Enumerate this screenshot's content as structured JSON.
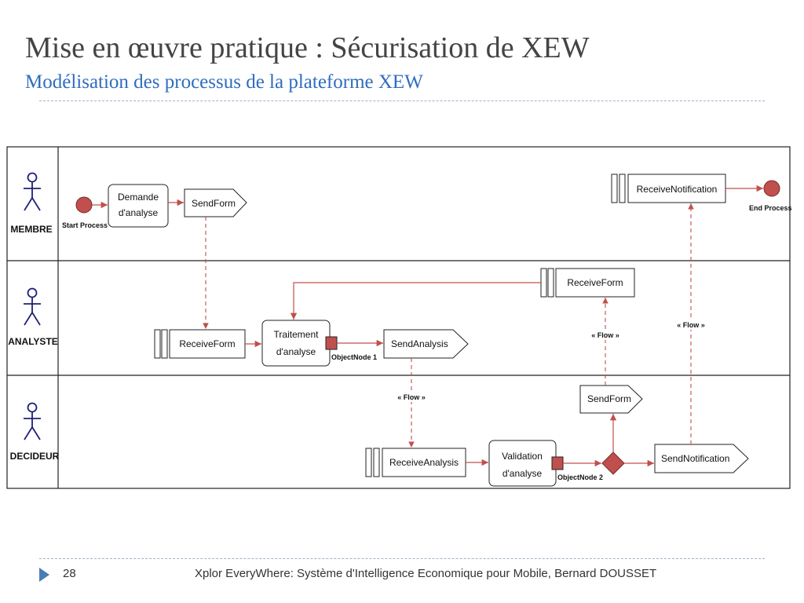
{
  "slide": {
    "title": "Mise en œuvre pratique : Sécurisation de XEW",
    "subtitle": "Modélisation des processus de la plateforme XEW",
    "page_number": "28",
    "footer": "Xplor EveryWhere: Système d'Intelligence Economique pour Mobile, Bernard DOUSSET"
  },
  "colors": {
    "text": "#444444",
    "accent": "#2e6dbf",
    "node_fill": "#c0504d",
    "edge": "#c0504d",
    "actor": "#1f1f7a"
  },
  "diagram": {
    "lanes": [
      {
        "id": "membre",
        "label": "MEMBRE"
      },
      {
        "id": "analyste",
        "label": "ANALYSTE"
      },
      {
        "id": "decideur",
        "label": "DECIDEUR"
      }
    ],
    "nodes": {
      "start": {
        "label": "Start Process"
      },
      "end": {
        "label": "End Process"
      },
      "demande": {
        "line1": "Demande",
        "line2": "d'analyse"
      },
      "sendform1": {
        "label": "SendForm"
      },
      "receivenotification": {
        "label": "ReceiveNotification"
      },
      "receiveform1": {
        "label": "ReceiveForm"
      },
      "traitement": {
        "line1": "Traitement",
        "line2": "d'analyse"
      },
      "objectnode1": {
        "label": "ObjectNode 1"
      },
      "sendanalysis": {
        "label": "SendAnalysis"
      },
      "receiveform2": {
        "label": "ReceiveForm"
      },
      "receiveanalysis": {
        "label": "ReceiveAnalysis"
      },
      "validation": {
        "line1": "Validation",
        "line2": "d'analyse"
      },
      "objectnode2": {
        "label": "ObjectNode 2"
      },
      "sendform2": {
        "label": "SendForm"
      },
      "sendnotification": {
        "label": "SendNotification"
      }
    },
    "flows": {
      "flow_analysis": "« Flow »",
      "flow_form": "« Flow »",
      "flow_notification": "« Flow »"
    }
  }
}
